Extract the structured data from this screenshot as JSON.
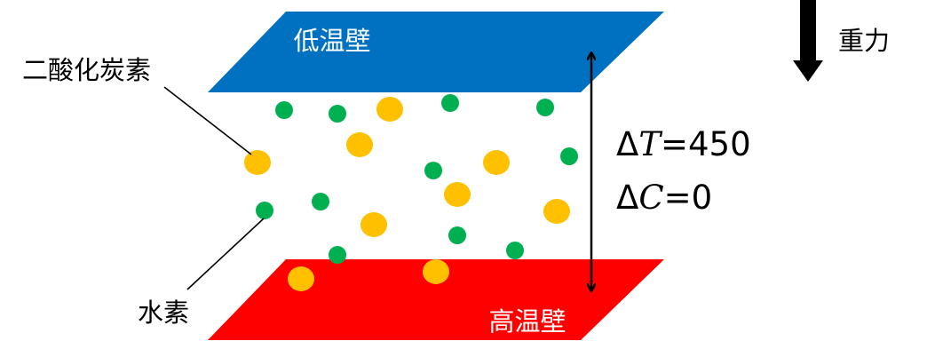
{
  "labels": {
    "cold_wall": "低温壁",
    "hot_wall": "高温壁",
    "co2": "二酸化炭素",
    "hydrogen": "水素",
    "gravity": "重力"
  },
  "equations": {
    "delta_t": {
      "delta": "Δ",
      "symbol": "T",
      "rest": "=450"
    },
    "delta_c": {
      "delta": "Δ",
      "symbol": "C",
      "rest": "=0"
    }
  },
  "colors": {
    "cold_wall": "#0070C0",
    "hot_wall": "#FF0000",
    "co2_particle": "#FFC000",
    "hydrogen_particle": "#00B050",
    "text": "#000000"
  }
}
